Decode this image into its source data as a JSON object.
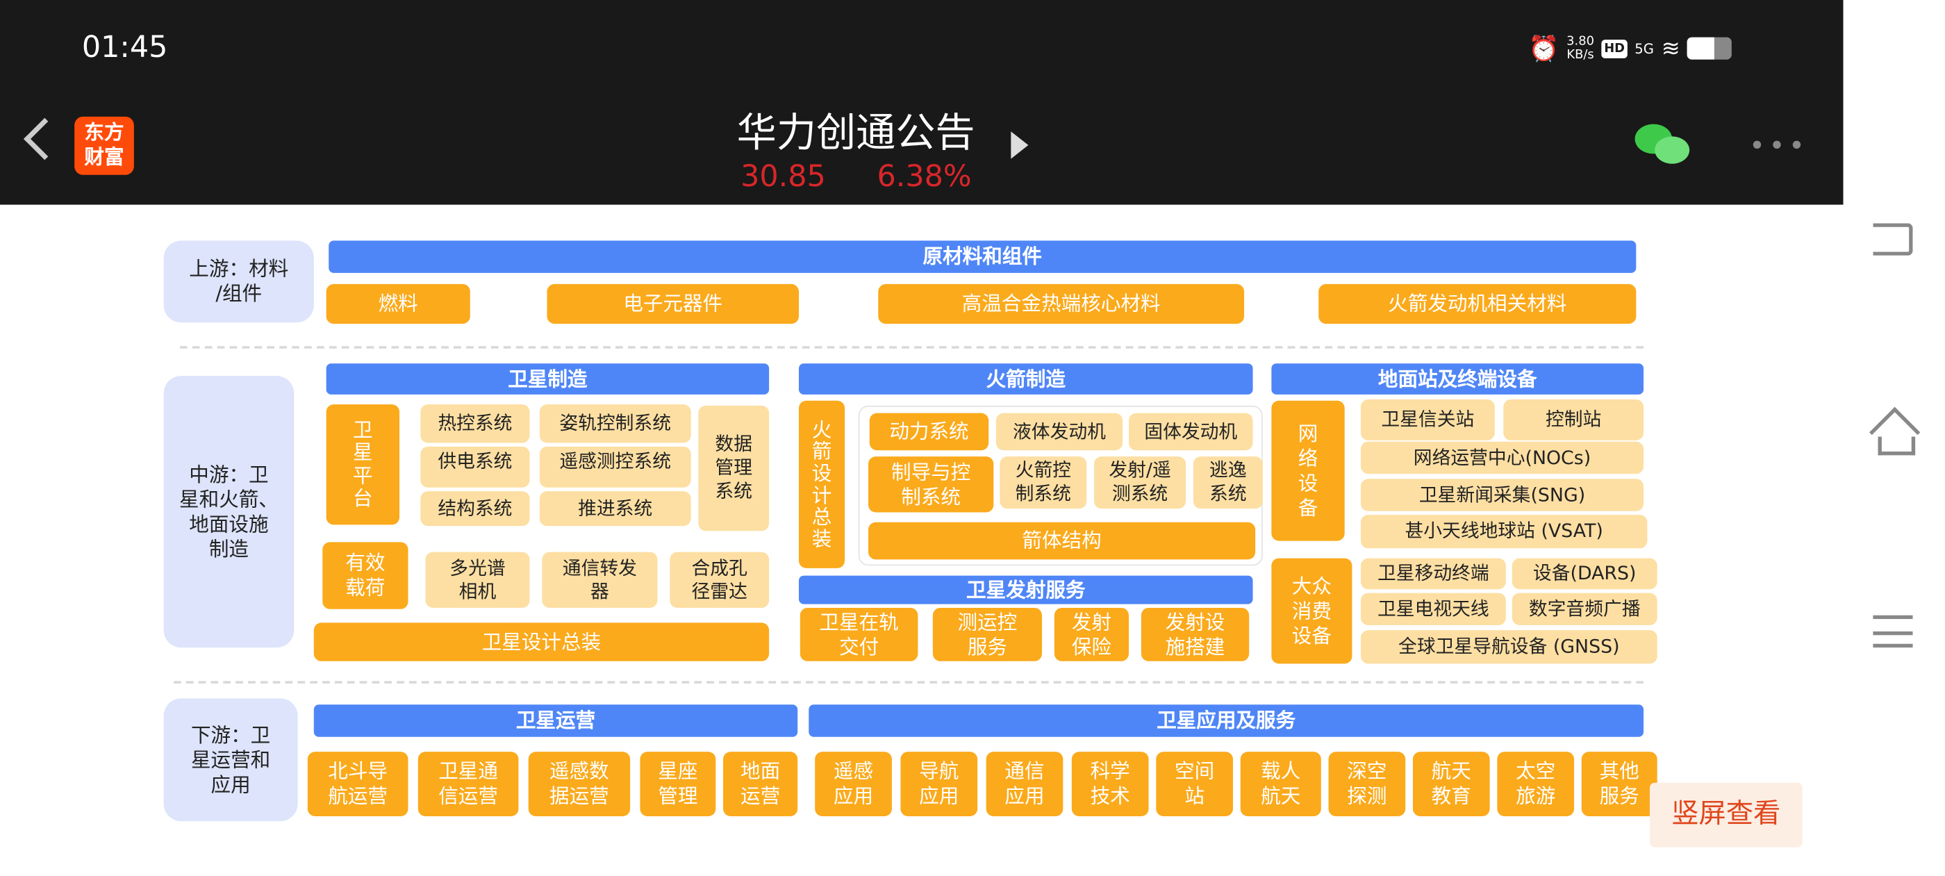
{
  "status": {
    "time": "01:45",
    "speed": "3.80",
    "speed_unit": "KB/s",
    "hd": "HD",
    "net": "5G"
  },
  "header": {
    "logo_line1": "东方",
    "logo_line2": "财富",
    "title": "华力创通公告",
    "price": "30.85",
    "change": "6.38%"
  },
  "upstream": {
    "label": "上游：材料\n/组件",
    "header": "原材料和组件",
    "items": [
      "燃料",
      "电子元器件",
      "高温合金热端核心材料",
      "火箭发动机相关材料"
    ]
  },
  "midstream": {
    "label": "中游：卫\n星和火箭、\n地面设施\n制造",
    "sat": {
      "header": "卫星制造",
      "platform": "卫\n星\n平\n台",
      "systems": [
        "热控系统",
        "姿轨控制系统",
        "供电系统",
        "遥感测控系统",
        "结构系统",
        "推进系统"
      ],
      "data_mgmt": "数据\n管理\n系统",
      "payload": "有效\n载荷",
      "payload_items": [
        "多光谱\n相机",
        "通信转发\n器",
        "合成孔\n径雷达"
      ],
      "assembly": "卫星设计总装"
    },
    "rocket": {
      "header": "火箭制造",
      "assembly": "火\n箭\n设\n计\n总\n装",
      "power": "动力系统",
      "engines": [
        "液体发动机",
        "固体发动机"
      ],
      "guidance": "制导与控\n制系统",
      "guidance_items": [
        "火箭控\n制系统",
        "发射/遥\n测系统",
        "逃逸\n系统"
      ],
      "body": "箭体结构"
    },
    "launch": {
      "header": "卫星发射服务",
      "items": [
        "卫星在轨\n交付",
        "测运控\n服务",
        "发射\n保险",
        "发射设\n施搭建"
      ]
    },
    "ground": {
      "header": "地面站及终端设备",
      "network": "网\n络\n设\n备",
      "network_items": [
        "卫星信关站",
        "控制站",
        "网络运营中心(NOCs)",
        "卫星新闻采集(SNG)",
        "甚小天线地球站 (VSAT)"
      ],
      "consumer": "大众\n消费\n设备",
      "consumer_items": [
        "卫星移动终端",
        "设备(DARS)",
        "卫星电视天线",
        "数字音频广播",
        "全球卫星导航设备 (GNSS)"
      ]
    }
  },
  "downstream": {
    "label": "下游：卫\n星运营和\n应用",
    "ops_header": "卫星运营",
    "ops": [
      "北斗导\n航运营",
      "卫星通\n信运营",
      "遥感数\n据运营",
      "星座\n管理",
      "地面\n运营"
    ],
    "apps_header": "卫星应用及服务",
    "apps": [
      "遥感\n应用",
      "导航\n应用",
      "通信\n应用",
      "科学\n技术",
      "空间\n站",
      "载人\n航天",
      "深空\n探测",
      "航天\n教育",
      "太空\n旅游",
      "其他\n服务"
    ]
  },
  "portrait_button": "竖屏查看",
  "colors": {
    "blue": "#4f86f7",
    "orange": "#fbaa1c",
    "light": "#fddfa3",
    "red": "#d9262a"
  }
}
